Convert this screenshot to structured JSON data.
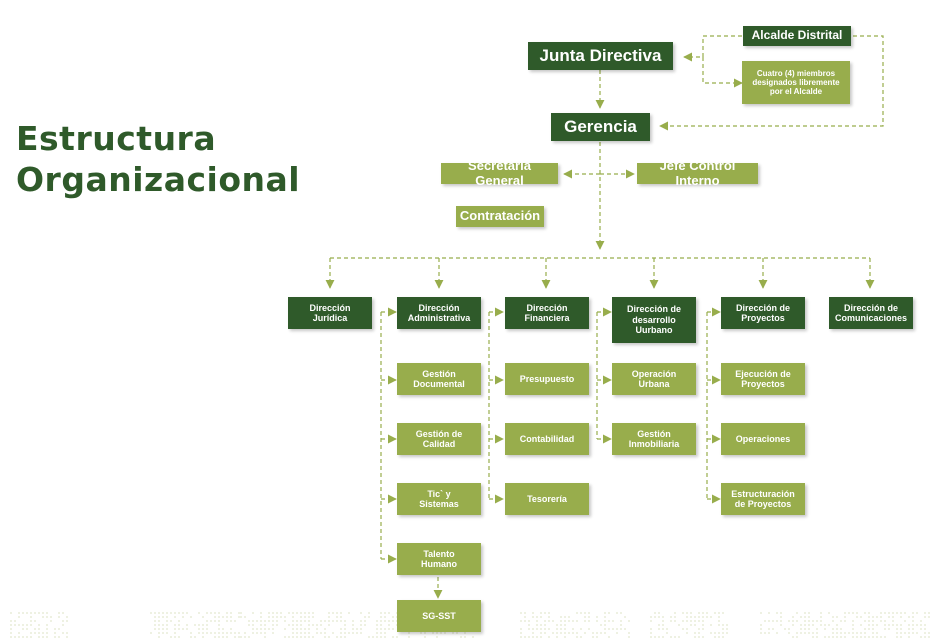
{
  "colors": {
    "dark_green": "#2f5a2a",
    "light_green": "#98ad4c",
    "connector": "#98ad4c"
  },
  "title": {
    "line1": "Estructura",
    "line2": "Organizacional"
  },
  "org": {
    "junta": "Junta Directiva",
    "alcalde": "Alcalde Distrital",
    "miembros": "Cuatro (4) miembros\ndesignados libremente\npor el Alcalde",
    "gerencia": "Gerencia",
    "secretaria": "Secretaría General",
    "control": "Jefe Control Interno",
    "contratacion": "Contratación",
    "juridica": "Dirección\nJurídica",
    "administrativa": "Dirección\nAdministrativa",
    "financiera": "Dirección\nFinanciera",
    "desarrollo": "Dirección de\ndesarrollo\nUurbano",
    "proyectos": "Dirección de\nProyectos",
    "comunicaciones": "Dirección de\nComunicaciones",
    "gestion_documental": "Gestión\nDocumental",
    "gestion_calidad": "Gestión de\nCalidad",
    "tic": "Tic` y\nSistemas",
    "talento": "Talento\nHumano",
    "sgsst": "SG-SST",
    "presupuesto": "Presupuesto",
    "contabilidad": "Contabilidad",
    "tesoreria": "Tesorería",
    "operacion_urbana": "Operación\nUrbana",
    "gestion_inmobiliaria": "Gestión\nInmobiliaria",
    "ejecucion": "Ejecución de\nProyectos",
    "operaciones": "Operaciones",
    "estructuracion": "Estructuración\nde Proyectos"
  }
}
